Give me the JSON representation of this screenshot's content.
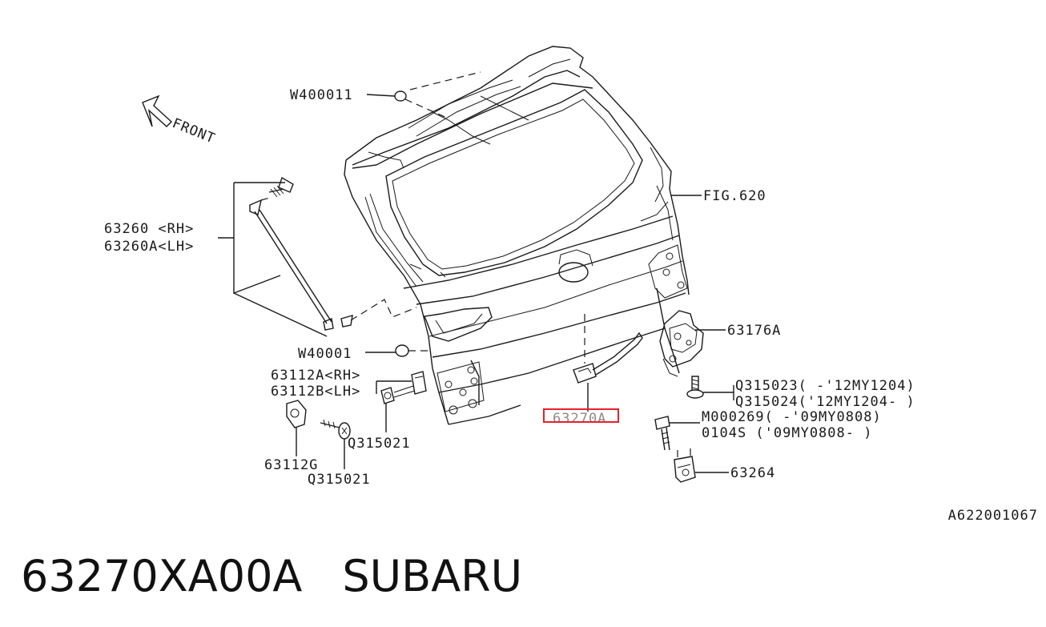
{
  "footer": {
    "part_number": "63270XA00A",
    "brand": "SUBARU"
  },
  "figure_code": "A622001067",
  "front_label": "FRONT",
  "labels": {
    "w400011": "W400011",
    "fig620": "FIG.620",
    "strut_rh": "63260 <RH>",
    "strut_lh": "63260A<LH>",
    "latch": "63176A",
    "w40001": "W40001",
    "bumper_rh": "63112A<RH>",
    "bumper_lh": "63112B<LH>",
    "bolt_a": "Q315023( -'12MY1204)",
    "bolt_b": "Q315024('12MY1204- )",
    "highlighted_part": "63270A",
    "screw_a": "M000269( -'09MY0808)",
    "screw_b": "0104S  ('09MY0808- )",
    "q315021_a": "Q315021",
    "stopper": "63112G",
    "q315021_b": "Q315021",
    "striker": "63264"
  },
  "colors": {
    "line": "#1a1a1a",
    "highlight": "#e8202a"
  }
}
